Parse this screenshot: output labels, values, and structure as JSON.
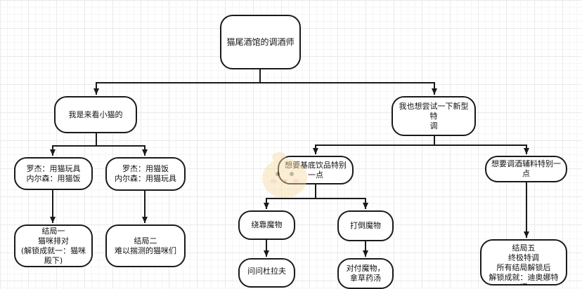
{
  "diagram": {
    "root": "猫尾酒馆的调酒师",
    "branch_left": "我是来看小猫的",
    "branch_right": "我也想尝试一下新型特\n调",
    "left_choice_1": "罗杰：用猫玩具\n内尔森：用猫饭",
    "left_choice_2": "罗杰：用猫饭\n内尔森：用猫玩具",
    "ending_1": "结局一\n猫咪排对\n(解锁成就一：猫咪\n殿下)",
    "ending_2": "结局二\n难以揣测的猫咪们",
    "right_choice_1": "想要基底饮品特别\n一点",
    "right_choice_2": "想要调酒辅料特别一\n点",
    "sub_choice_1": "绕靠魔物",
    "sub_choice_2": "打倒魔物",
    "sub_result_1": "问问杜拉夫",
    "sub_result_2": "对付魔物，\n拿草药汤",
    "ending_5": "结局五\n终极特调\n所有结局解锁后\n解锁成就：迪奥娜特调"
  },
  "colors": {
    "line": "#1a1a1a",
    "grid": "#e9e9e9",
    "node_fill": "#ffffff"
  }
}
